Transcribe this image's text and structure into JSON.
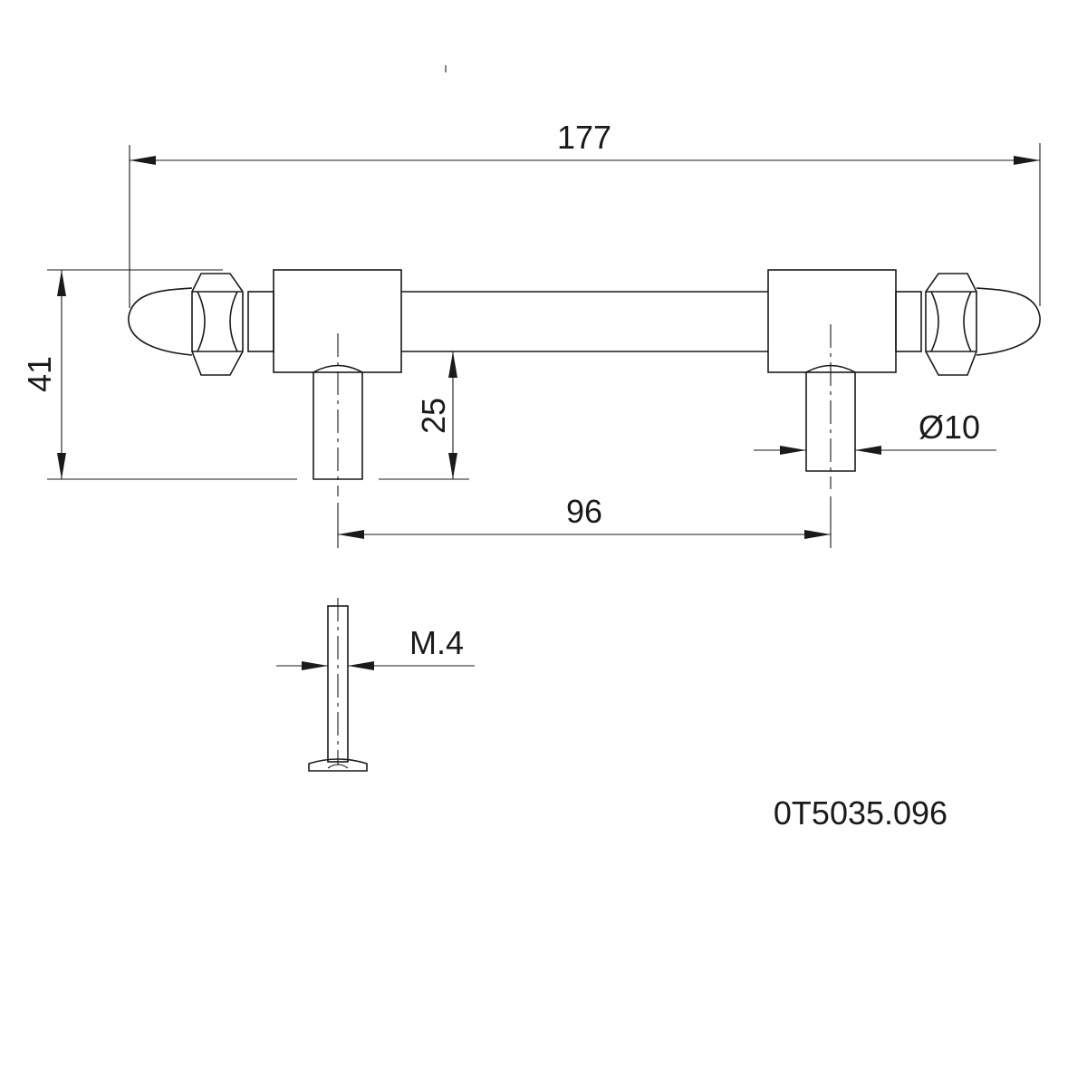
{
  "drawing": {
    "dimensions": {
      "overall_length": "177",
      "overall_height": "41",
      "leg_height": "25",
      "hole_spacing": "96",
      "leg_diameter": "Ø10",
      "screw_thread": "M.4"
    },
    "part_number": "0T5035.096"
  }
}
